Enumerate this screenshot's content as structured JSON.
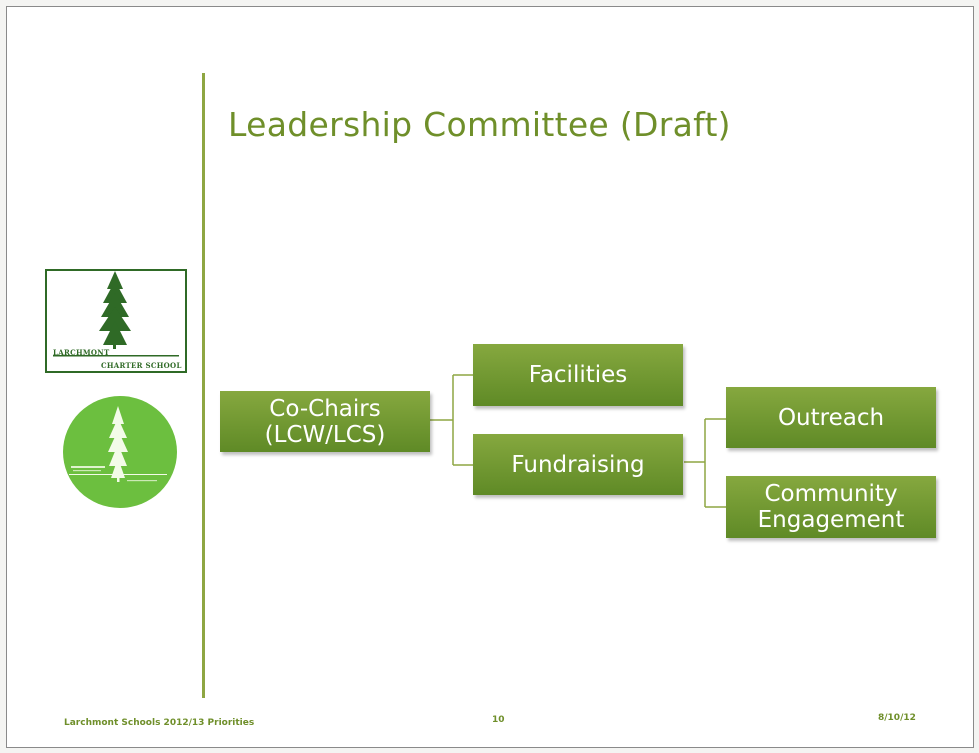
{
  "title": "Leadership Committee (Draft)",
  "logos": {
    "square_line1": "LARCHMONT",
    "square_line2": "CHARTER SCHOOL"
  },
  "org_chart": {
    "root": "Co-Chairs\n(LCW/LCS)",
    "level1": [
      "Facilities",
      "Fundraising"
    ],
    "fundraising_children": [
      "Outreach",
      "Community\nEngagement"
    ]
  },
  "footer": {
    "left": "Larchmont Schools 2012/13 Priorities",
    "center": "10",
    "right": "8/10/12"
  },
  "colors": {
    "accent": "#8ea642",
    "title": "#6f8f2a",
    "box_top": "#86a83f",
    "box_bottom": "#5f8a26",
    "logo_dark": "#2f6a26",
    "logo_circle": "#6cbf3f"
  }
}
